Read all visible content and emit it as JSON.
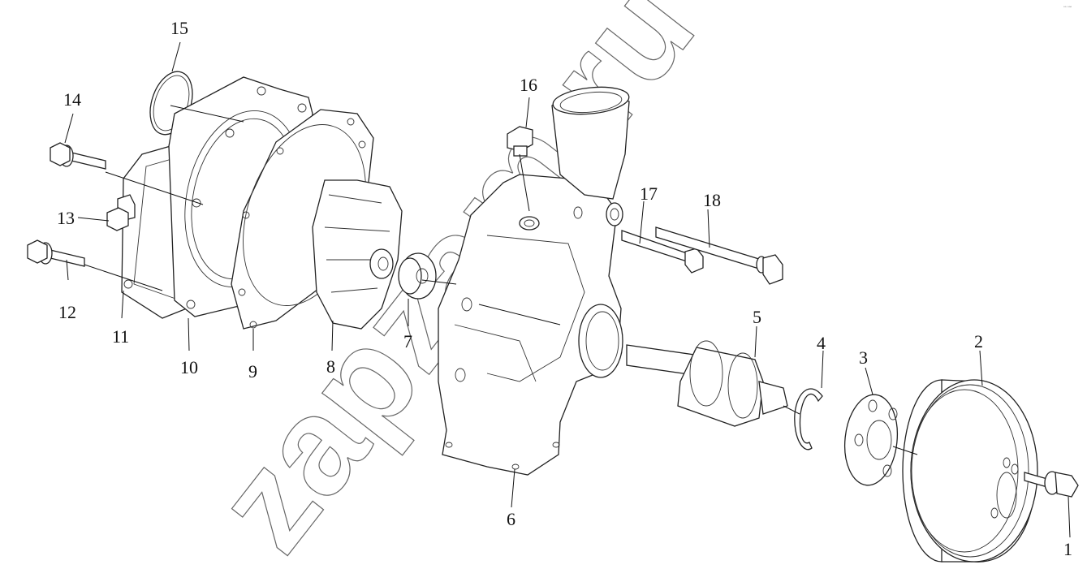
{
  "watermark": "zapzam.ru",
  "corner_mark": "▫▫ ▫▫▫",
  "callouts": [
    {
      "label": "1",
      "part": "flange-bolt"
    },
    {
      "label": "2",
      "part": "pulley"
    },
    {
      "label": "3",
      "part": "hub-flange"
    },
    {
      "label": "4",
      "part": "snap-ring"
    },
    {
      "label": "5",
      "part": "bearing-shaft"
    },
    {
      "label": "6",
      "part": "pump-housing"
    },
    {
      "label": "7",
      "part": "seal"
    },
    {
      "label": "8",
      "part": "impeller"
    },
    {
      "label": "9",
      "part": "gasket"
    },
    {
      "label": "10",
      "part": "cover-plate"
    },
    {
      "label": "11",
      "part": "back-plate"
    },
    {
      "label": "12",
      "part": "bolt"
    },
    {
      "label": "13",
      "part": "plug"
    },
    {
      "label": "14",
      "part": "bolt"
    },
    {
      "label": "15",
      "part": "o-ring"
    },
    {
      "label": "16",
      "part": "drain-plug"
    },
    {
      "label": "17",
      "part": "long-bolt"
    },
    {
      "label": "18",
      "part": "long-bolt"
    }
  ]
}
